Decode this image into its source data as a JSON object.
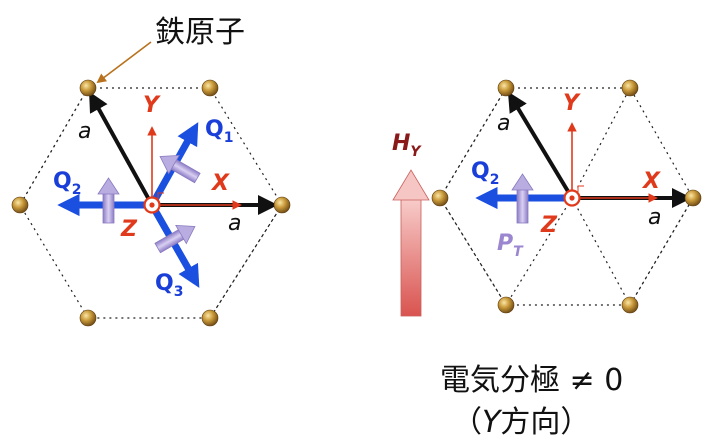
{
  "iron_atom_label": "鉄原子",
  "left_panel": {
    "lattice_vector_1": "a",
    "lattice_vector_2": "a",
    "axis_x": "X",
    "axis_y": "Y",
    "axis_z": "Z",
    "q1_letter": "Q",
    "q1_sub": "1",
    "q2_letter": "Q",
    "q2_sub": "2",
    "q3_letter": "Q",
    "q3_sub": "3"
  },
  "right_panel": {
    "field_letter": "H",
    "field_sub": "Y",
    "lattice_vector_1": "a",
    "lattice_vector_2": "a",
    "axis_x": "X",
    "axis_y": "Y",
    "axis_z": "Z",
    "q2_letter": "Q",
    "q2_sub": "2",
    "polarization_letter": "P",
    "polarization_sub": "T"
  },
  "caption": {
    "line1": "電気分極 ≠ 0",
    "line2_open": "（",
    "line2_axis": "Y",
    "line2_rest": "方向）"
  },
  "colors": {
    "atom": "#c08a2a",
    "dotted_edge": "#222222",
    "lattice_arrow": "#111111",
    "axis_arrow": "#e03a1c",
    "q_arrow": "#1a4fe0",
    "q_label": "#1a3ed8",
    "moment_arrow": "#a99bd6",
    "field_label": "#8a1a1a",
    "field_arrow": "#d86a68",
    "pt_label": "#9b86d0",
    "leader_line": "#b8721e"
  }
}
